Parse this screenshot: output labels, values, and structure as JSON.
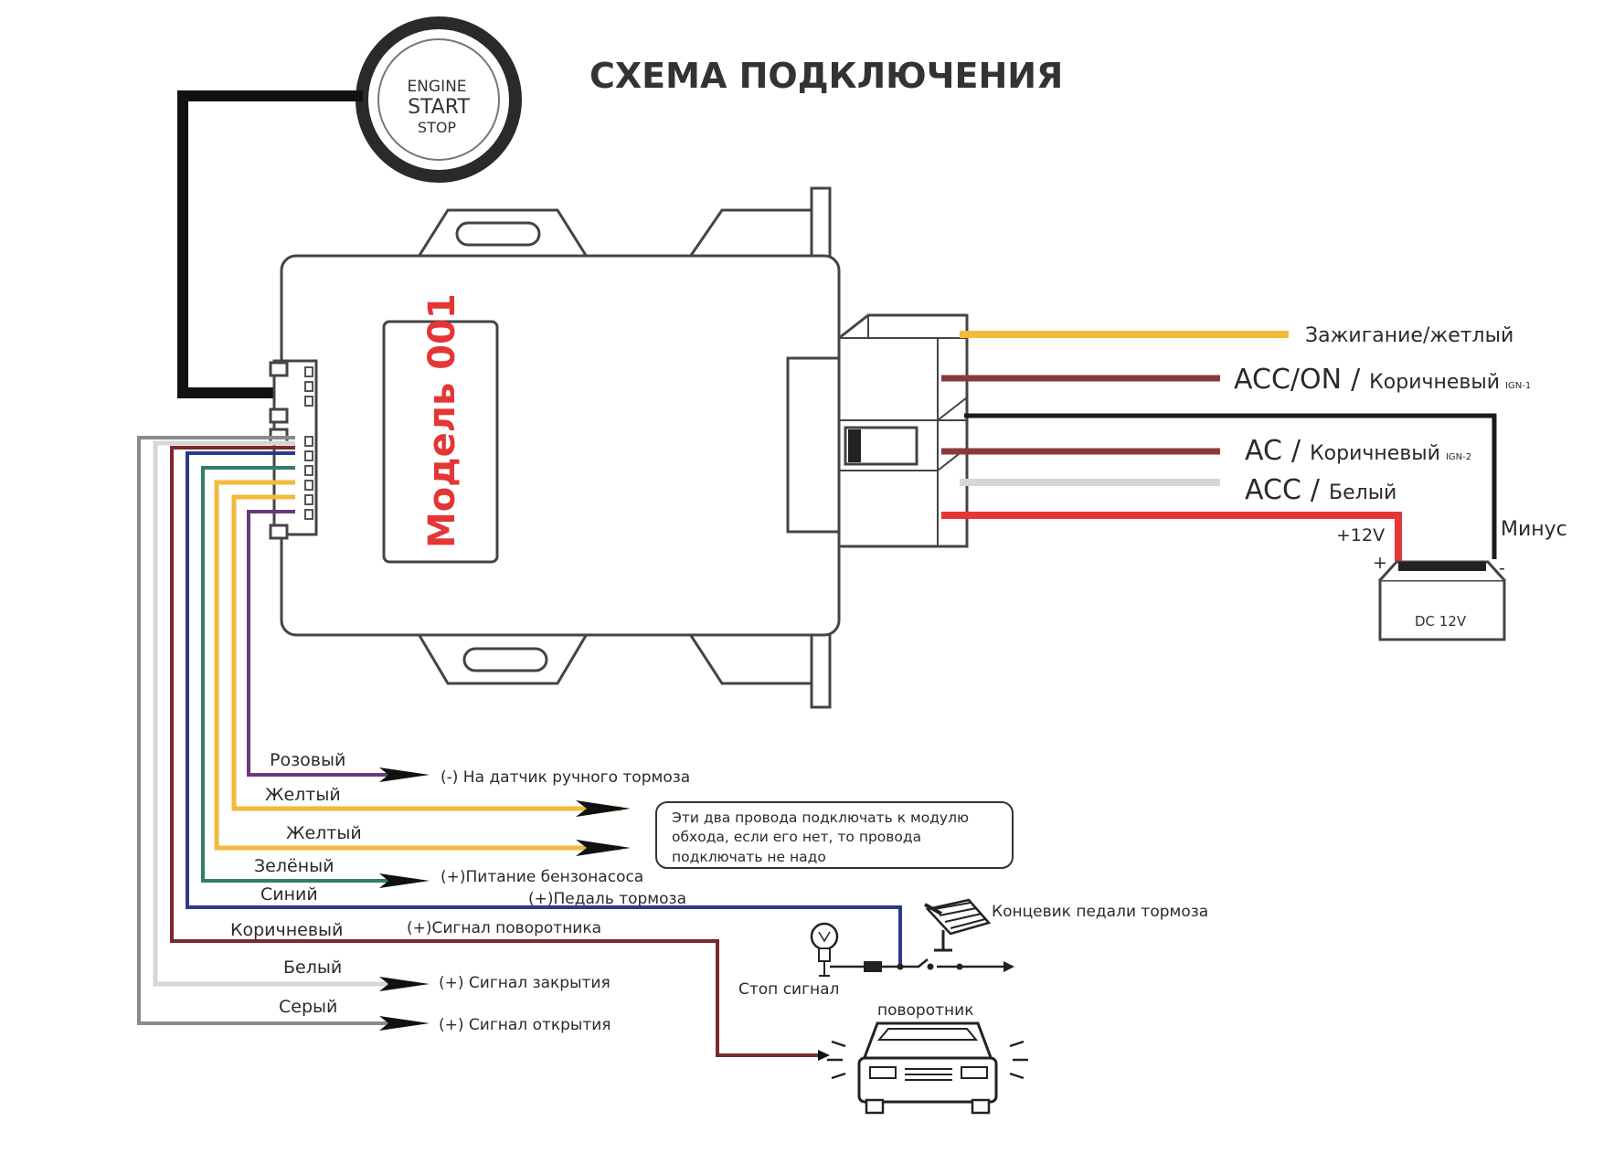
{
  "title": "СХЕМА ПОДКЛЮЧЕНИЯ",
  "start_button": {
    "line1": "ENGINE",
    "line2": "START",
    "line3": "STOP"
  },
  "module_label": "Модель 001",
  "colors": {
    "yellow": "#f2b93a",
    "brown": "#8b3a3a",
    "black": "#1a1a1a",
    "white_wire": "#d6d6d6",
    "red": "#e53535",
    "pink": "#6a3a7a",
    "green": "#2f7f6b",
    "blue": "#2c3a8a",
    "grey": "#8a8a8a",
    "brown_left": "#7a2a2a",
    "model_text": "#e53535"
  },
  "right_wires": {
    "ignition": "Зажигание/жетлый",
    "acc_on": "ACC/ON",
    "acc_on_color": "Коричневый",
    "acc_on_tag": "IGN-1",
    "ac": "AC",
    "ac_color": "Коричневый",
    "ac_tag": "IGN-2",
    "acc": "ACC",
    "acc_color": "Белый",
    "slash": "/",
    "minus": "Минус",
    "plus12": "+12V",
    "plus_sign": "+",
    "minus_sign": "-",
    "battery": "DC  12V"
  },
  "left_wires": {
    "pink": "Розовый",
    "yellow1": "Желтый",
    "yellow2": "Желтый",
    "green": "Зелёный",
    "blue": "Синий",
    "brown": "Коричневый",
    "white": "Белый",
    "grey": "Серый"
  },
  "functions": {
    "handbrake": "(-) На датчик ручного тормоза",
    "fuel_pump": "(+)Питание бензонасоса",
    "brake_pedal": "(+)Педаль тормоза",
    "turn_signal": "(+)Сигнал поворотника",
    "lock": "(+) Сигнал закрытия",
    "unlock": "(+) Сигнал открытия"
  },
  "note": {
    "line1": "Эти два провода подключать к модулю",
    "line2": "обхода, если его нет, то провода",
    "line3": "подключать не надо"
  },
  "brake_switch_label": "Концевик педали тормоза",
  "stop_signal_label": "Стоп сигнал",
  "turn_signal_label": "поворотник"
}
